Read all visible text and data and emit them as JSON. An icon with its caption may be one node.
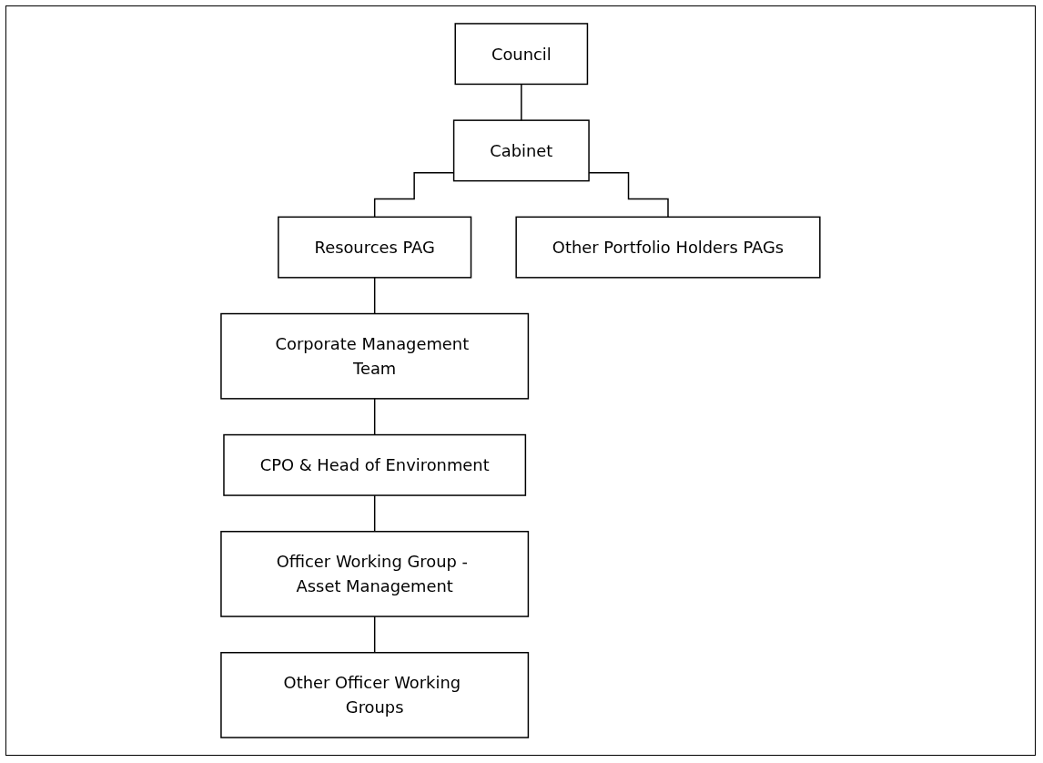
{
  "diagram": {
    "nodes": [
      {
        "text": [
          "Council"
        ]
      },
      {
        "text": [
          "Cabinet"
        ]
      },
      {
        "text": [
          "Resources PAG"
        ]
      },
      {
        "text": [
          "Other Portfolio Holders PAGs"
        ]
      },
      {
        "text": [
          "Corporate Management Team"
        ]
      },
      {
        "text": [
          "CPO & Head of Environment"
        ]
      },
      {
        "text": [
          "Officer Working Group - Asset Management"
        ]
      },
      {
        "text": [
          "Other Officer Working Groups"
        ]
      }
    ],
    "edges": [
      {
        "from": 0,
        "to": 1,
        "arrow": "none"
      },
      {
        "from": 1,
        "to": 2,
        "arrow": "none"
      },
      {
        "from": 1,
        "to": 3,
        "arrow": "none"
      },
      {
        "from": 2,
        "to": 4,
        "arrow": "none"
      },
      {
        "from": 4,
        "to": 5,
        "arrow": "none"
      },
      {
        "from": 5,
        "to": 6,
        "arrow": "none"
      },
      {
        "from": 6,
        "to": 7,
        "arrow": "none"
      }
    ]
  }
}
